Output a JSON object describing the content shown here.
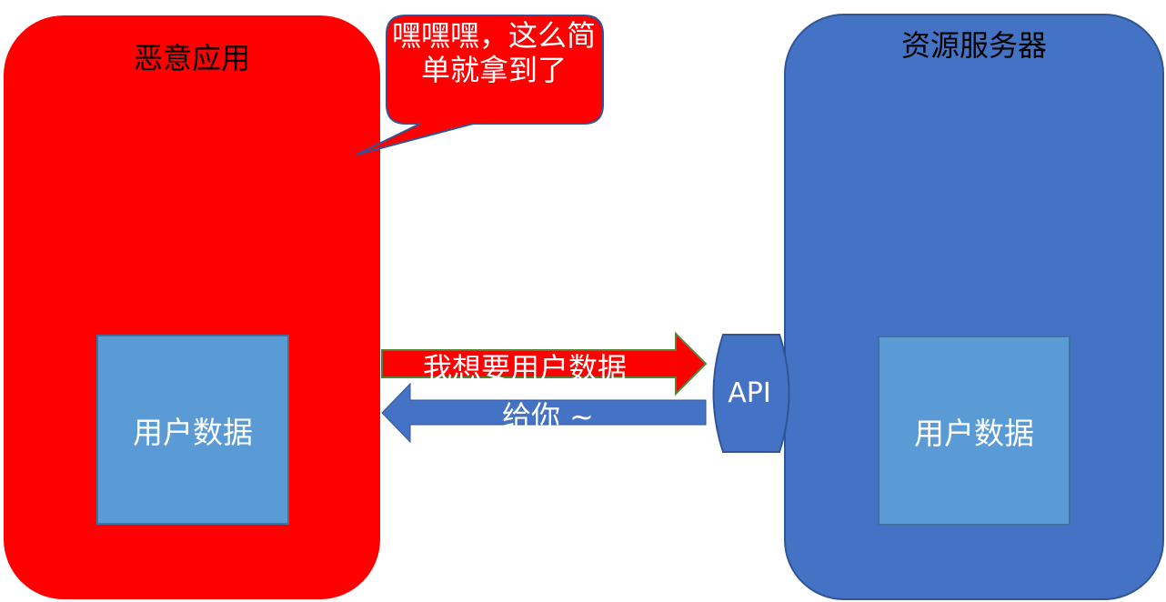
{
  "diagram": {
    "malicious_app": {
      "title": "恶意应用",
      "data_label": "用户数据",
      "color": "#ff0000"
    },
    "resource_server": {
      "title": "资源服务器",
      "data_label": "用户数据",
      "color": "#4472c4"
    },
    "speech_bubble": {
      "text": "嘿嘿嘿，这么简单就拿到了"
    },
    "request_arrow": {
      "label": "我想要用户数据",
      "direction": "right",
      "color": "#ff0000"
    },
    "response_arrow": {
      "label": "给你 ~",
      "direction": "left",
      "color": "#4472c4"
    },
    "api": {
      "label": "API"
    }
  }
}
